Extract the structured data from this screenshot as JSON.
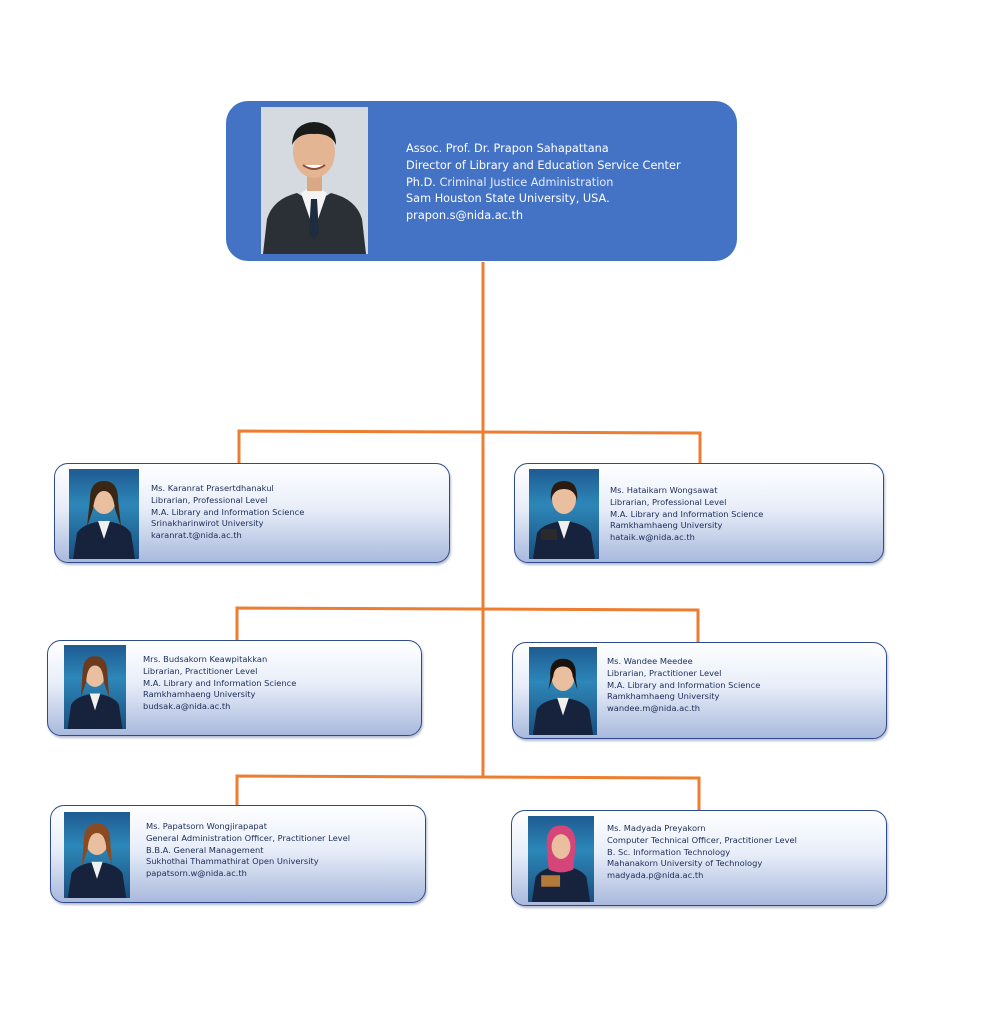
{
  "director": {
    "name": "Assoc. Prof. Dr. Prapon Sahapattana",
    "position": "Director of Library and Education Service Center",
    "degree_prefix": "Ph.D.",
    "degree_field": "Criminal Justice Administration",
    "university": "Sam Houston State University, USA.",
    "email": "prapon.s@nida.ac.th"
  },
  "staff": [
    {
      "name": "Ms. Karanrat Prasertdhanakul",
      "position": "Librarian, Professional Level",
      "degree": "M.A.  Library and Information Science",
      "university": "Srinakharinwirot University",
      "email": "karanrat.t@nida.ac.th"
    },
    {
      "name": "Ms. Hataikarn Wongsawat",
      "position": "Librarian, Professional Level",
      "degree": "M.A. Library and Information Science",
      "university": "Ramkhamhaeng University",
      "email": "hataik.w@nida.ac.th"
    },
    {
      "name": "Mrs. Budsakorn Keawpitakkan",
      "position": "Librarian, Practitioner Level",
      "degree": "M.A. Library and Information Science",
      "university": "Ramkhamhaeng University",
      "email": "budsak.a@nida.ac.th"
    },
    {
      "name": "Ms. Wandee Meedee",
      "position": "Librarian, Practitioner Level",
      "degree": "M.A. Library and Information Science",
      "university": "Ramkhamhaeng University",
      "email": "wandee.m@nida.ac.th"
    },
    {
      "name": "Ms. Papatsorn Wongjirapapat",
      "position": "General Administration Officer, Practitioner Level",
      "degree": "B.B.A. General Management",
      "university": "Sukhothai Thammathirat Open University",
      "email": "papatsorn.w@nida.ac.th"
    },
    {
      "name": "Ms. Madyada Preyakorn",
      "position": "Computer Technical Officer, Practitioner Level",
      "degree": "B. Sc. Information Technology",
      "university": "Mahanakorn University of Technology",
      "email": "madyada.p@nida.ac.th"
    }
  ],
  "colors": {
    "connector": "#ed7d31",
    "director_box": "#4472c4",
    "card_border": "#2f4b8c",
    "card_text": "#1c2c57"
  }
}
